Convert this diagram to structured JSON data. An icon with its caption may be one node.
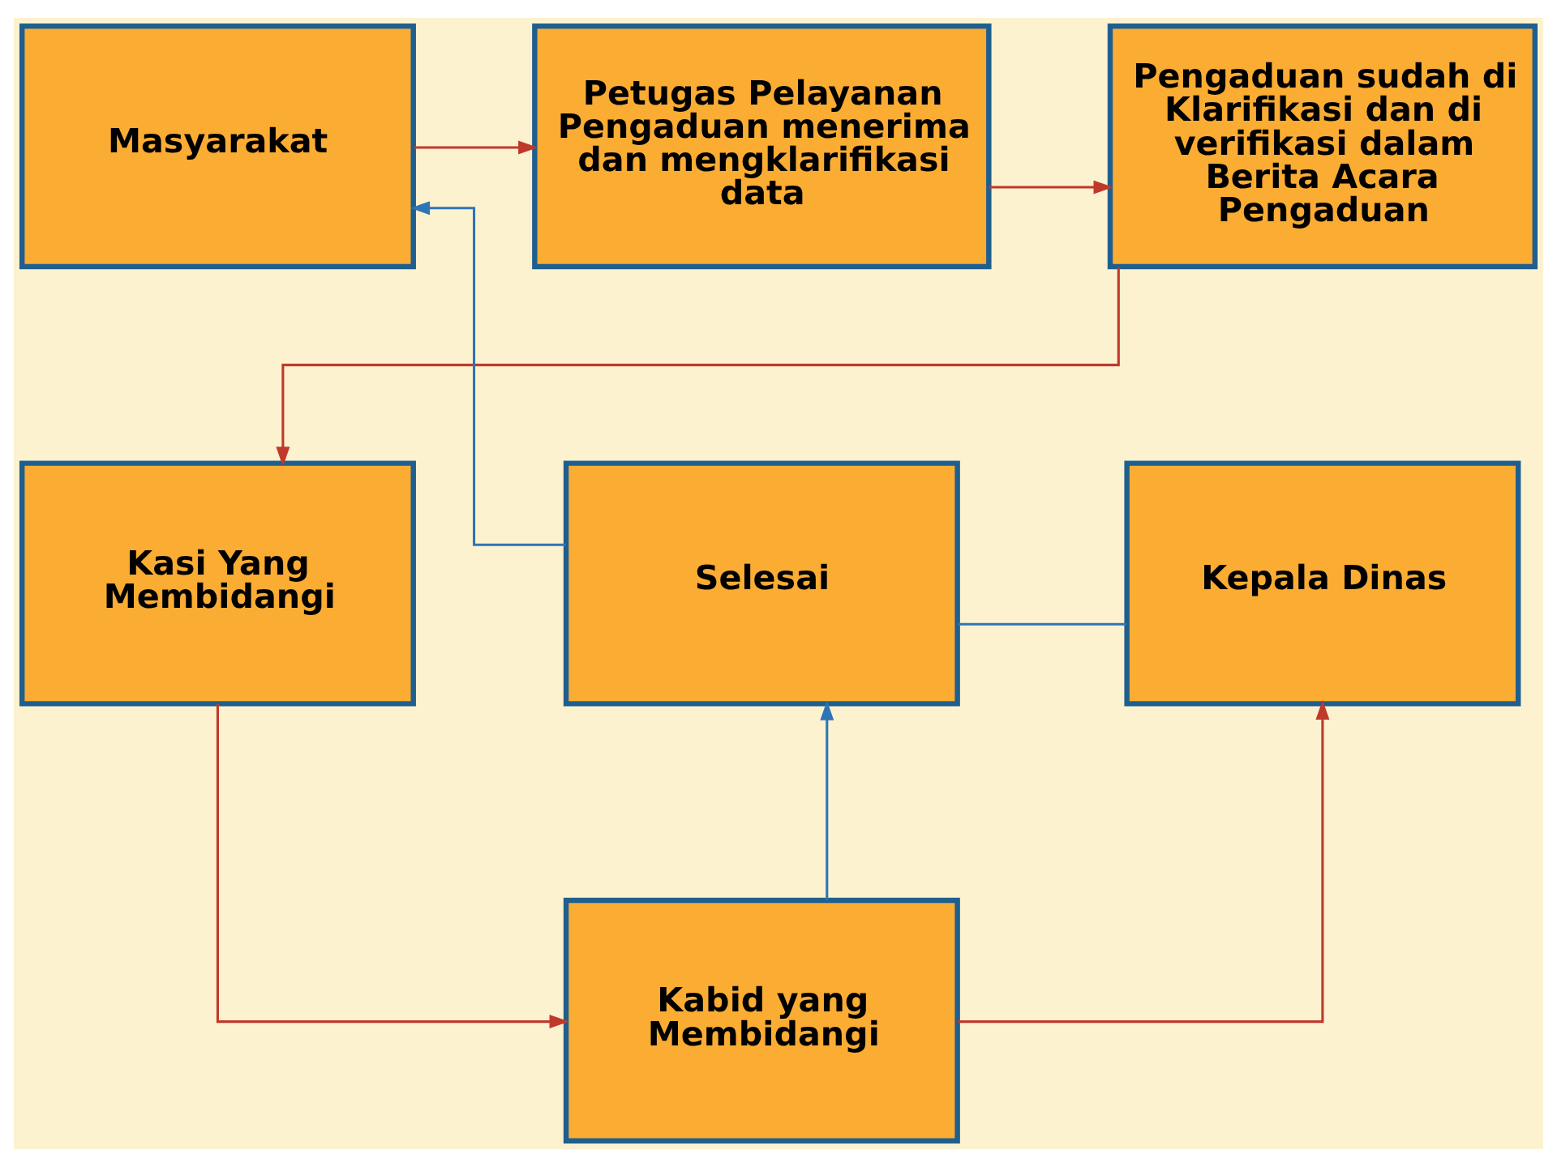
{
  "diagram": {
    "nodes": [
      {
        "text": [
          "Masyarakat"
        ]
      },
      {
        "text": [
          "Petugas Pelayanan Pengaduan menerima dan mengklarifikasi data"
        ]
      },
      {
        "text": [
          "Pengaduan sudah di Klarifikasi dan di verifikasi dalam Berita Acara Pengaduan"
        ]
      },
      {
        "text": [
          "Kasi Yang Membidangi"
        ]
      },
      {
        "text": [
          "Selesai"
        ]
      },
      {
        "text": [
          "Kepala Dinas"
        ]
      },
      {
        "text": [
          "Kabid yang Membidangi"
        ]
      }
    ],
    "edges": [
      {
        "from": 0,
        "to": 1,
        "arrow": "to"
      },
      {
        "from": 1,
        "to": 2,
        "arrow": "to"
      },
      {
        "from": 2,
        "to": 3,
        "arrow": "to"
      },
      {
        "from": 3,
        "to": 6,
        "arrow": "to"
      },
      {
        "from": 6,
        "to": 5,
        "arrow": "to"
      },
      {
        "from": 6,
        "to": 4,
        "arrow": "to",
        "color": "#2e75b6"
      },
      {
        "from": 4,
        "to": 5,
        "arrow": "none",
        "color": "#2e75b6"
      },
      {
        "from": 4,
        "to": 0,
        "arrow": "to",
        "color": "#2e75b6"
      }
    ]
  }
}
